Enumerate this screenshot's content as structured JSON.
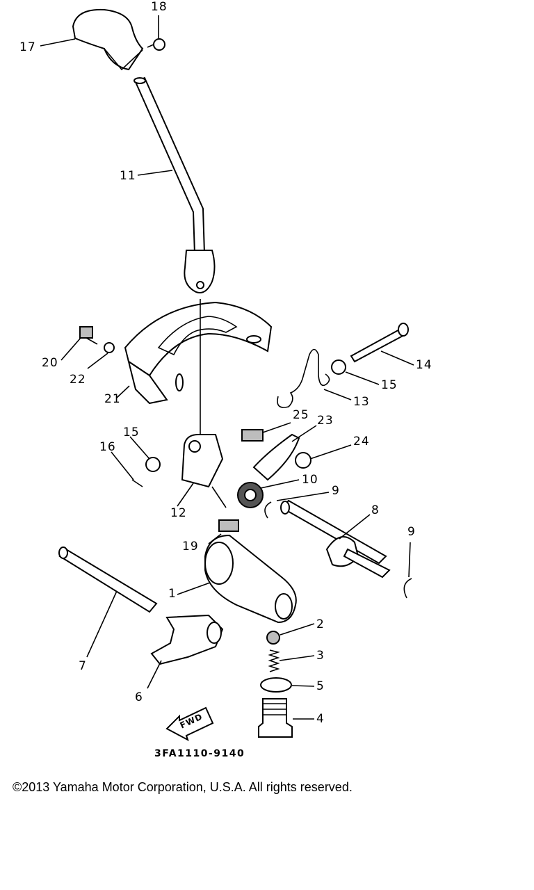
{
  "diagram": {
    "callouts": [
      {
        "id": "17",
        "label": "17"
      },
      {
        "id": "18",
        "label": "18"
      },
      {
        "id": "11",
        "label": "11"
      },
      {
        "id": "20",
        "label": "20"
      },
      {
        "id": "22",
        "label": "22"
      },
      {
        "id": "21",
        "label": "21"
      },
      {
        "id": "14",
        "label": "14"
      },
      {
        "id": "15a",
        "label": "15"
      },
      {
        "id": "13",
        "label": "13"
      },
      {
        "id": "25",
        "label": "25"
      },
      {
        "id": "23",
        "label": "23"
      },
      {
        "id": "24",
        "label": "24"
      },
      {
        "id": "15b",
        "label": "15"
      },
      {
        "id": "16",
        "label": "16"
      },
      {
        "id": "10",
        "label": "10"
      },
      {
        "id": "9a",
        "label": "9"
      },
      {
        "id": "12",
        "label": "12"
      },
      {
        "id": "8",
        "label": "8"
      },
      {
        "id": "9b",
        "label": "9"
      },
      {
        "id": "19",
        "label": "19"
      },
      {
        "id": "1",
        "label": "1"
      },
      {
        "id": "7",
        "label": "7"
      },
      {
        "id": "2",
        "label": "2"
      },
      {
        "id": "3",
        "label": "3"
      },
      {
        "id": "5",
        "label": "5"
      },
      {
        "id": "6",
        "label": "6"
      },
      {
        "id": "4",
        "label": "4"
      }
    ],
    "fwd_label": "FWD",
    "drawing_code": "3FA1110-9140"
  },
  "footer": {
    "copyright": "©2013 Yamaha Motor Corporation, U.S.A. All rights reserved."
  }
}
